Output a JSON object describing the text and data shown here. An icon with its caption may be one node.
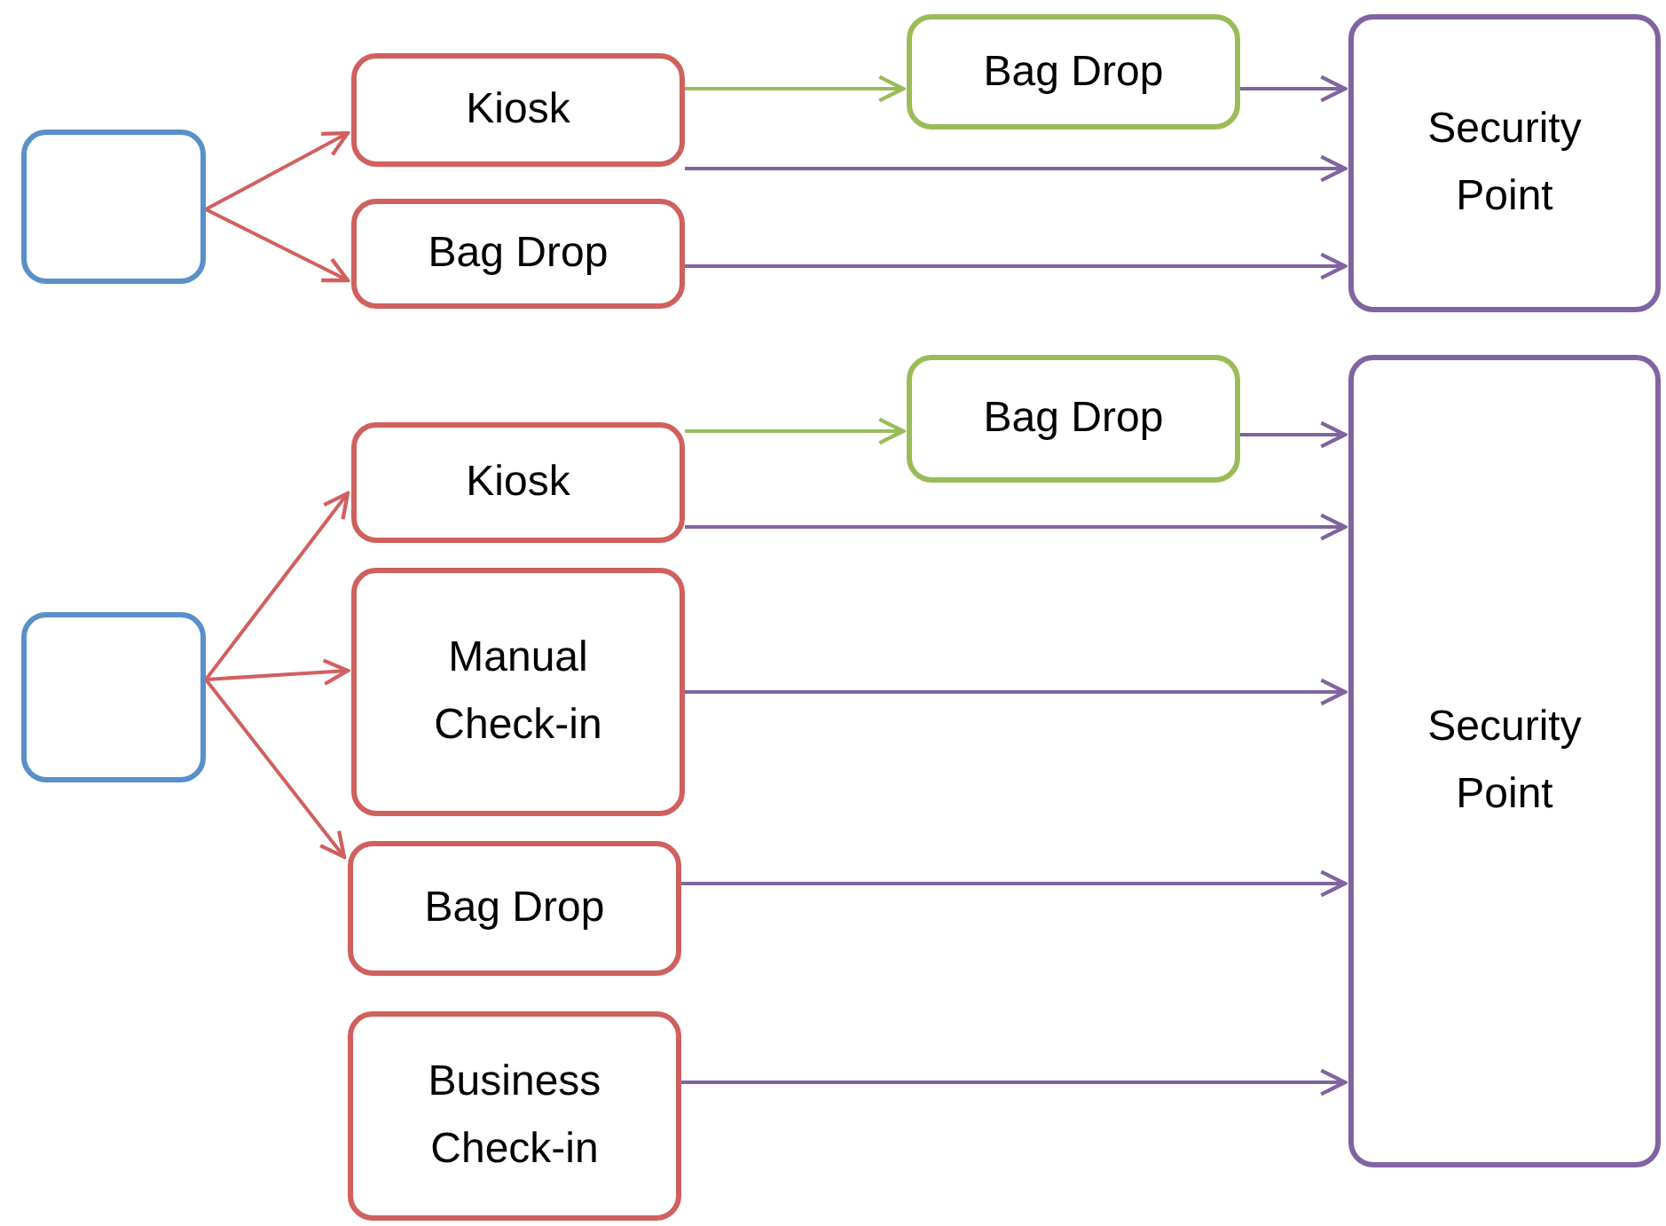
{
  "diagram": {
    "nodes": [
      {
        "text": [],
        "shape": "box"
      },
      {
        "text": [
          "Kiosk"
        ]
      },
      {
        "text": [
          "Bag Drop"
        ]
      },
      {
        "text": [
          "Bag Drop"
        ]
      },
      {
        "text": [
          "Security Point"
        ]
      },
      {
        "text": [],
        "shape": "box"
      },
      {
        "text": [
          "Kiosk"
        ]
      },
      {
        "text": [
          "Bag Drop"
        ]
      },
      {
        "text": [
          "Manual Check-in"
        ]
      },
      {
        "text": [
          "Bag Drop"
        ]
      },
      {
        "text": [
          "Business Check-in"
        ]
      },
      {
        "text": [
          "Security Point"
        ]
      }
    ],
    "edges": [
      {
        "from": 0,
        "to": 1,
        "arrow": "to",
        "color": "#d0605e"
      },
      {
        "from": 0,
        "to": 2,
        "arrow": "to",
        "color": "#d0605e"
      },
      {
        "from": 1,
        "to": 3,
        "arrow": "to",
        "color": "#9bbb59"
      },
      {
        "from": 3,
        "to": 4,
        "arrow": "to"
      },
      {
        "from": 1,
        "to": 4,
        "arrow": "to"
      },
      {
        "from": 2,
        "to": 4,
        "arrow": "to"
      },
      {
        "from": 5,
        "to": 6,
        "arrow": "to",
        "color": "#d0605e"
      },
      {
        "from": 5,
        "to": 8,
        "arrow": "to",
        "color": "#d0605e"
      },
      {
        "from": 5,
        "to": 9,
        "arrow": "to",
        "color": "#d0605e"
      },
      {
        "from": 6,
        "to": 7,
        "arrow": "to",
        "color": "#9bbb59"
      },
      {
        "from": 7,
        "to": 11,
        "arrow": "to"
      },
      {
        "from": 6,
        "to": 11,
        "arrow": "to"
      },
      {
        "from": 8,
        "to": 11,
        "arrow": "to"
      },
      {
        "from": 9,
        "to": 11,
        "arrow": "to"
      },
      {
        "from": 10,
        "to": 11,
        "arrow": "to"
      }
    ]
  }
}
